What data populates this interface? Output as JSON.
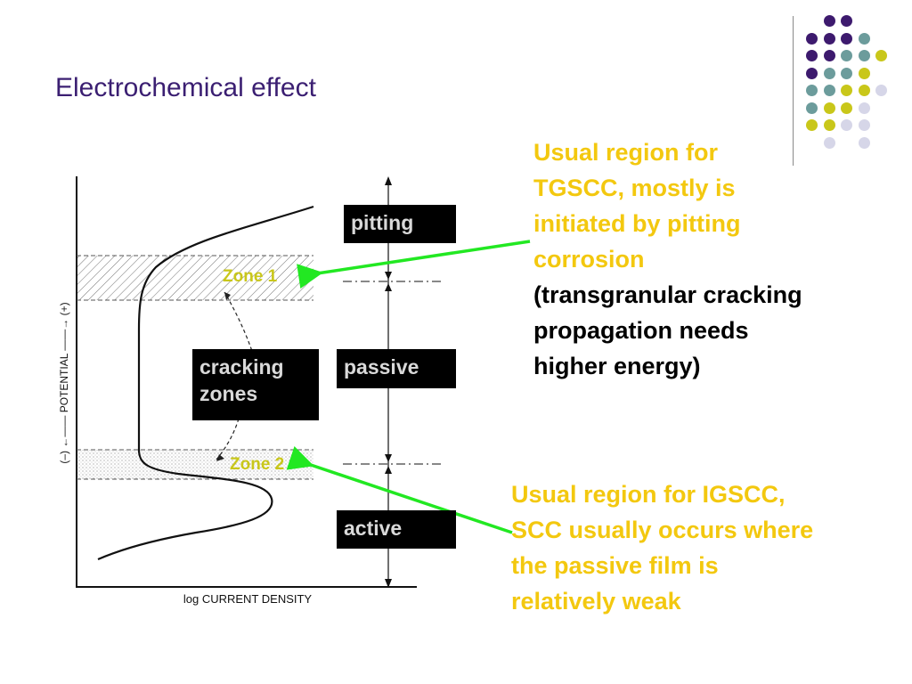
{
  "slide": {
    "title": "Electrochemical effect"
  },
  "diagram": {
    "y_axis_label": "(–) ←—— POTENTIAL ——→ (+)",
    "x_axis_label": "log CURRENT DENSITY",
    "regions": {
      "pitting": "pitting",
      "passive": "passive",
      "active": "active"
    },
    "cracking_zones": [
      "cracking",
      "zones"
    ],
    "zone1": "Zone 1",
    "zone2": "Zone 2"
  },
  "notes": {
    "tgscc_yellow": [
      "Usual region for",
      "TGSCC, mostly is",
      "initiated by pitting",
      "corrosion"
    ],
    "tgscc_black": [
      "(transgranular cracking",
      "propagation needs",
      "higher energy)"
    ],
    "igscc": [
      "Usual region for IGSCC,",
      "SCC usually occurs where",
      "the passive film is",
      "relatively weak"
    ]
  },
  "colors": {
    "title": "#3b1f72",
    "note_yellow": "#f3c80f",
    "zone_label": "#c9c71a",
    "arrow_green": "#22e822",
    "dot_purple": "#3d1a6e",
    "dot_teal": "#6c9c9c",
    "dot_olive": "#c9c71a",
    "dot_lavender": "#d6d6e8"
  }
}
